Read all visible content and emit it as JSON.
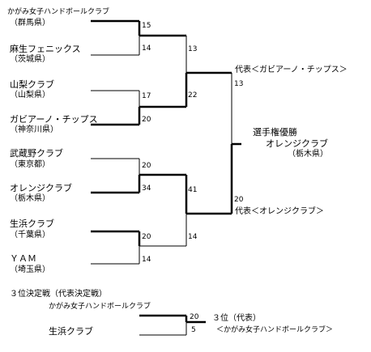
{
  "teams": [
    {
      "name": "かがみ女子ハンドボールクラブ",
      "pref": "（群馬県）"
    },
    {
      "name": "麻生フェニックス",
      "pref": "（茨城県）"
    },
    {
      "name": "山梨クラブ",
      "pref": "（山梨県）"
    },
    {
      "name": "ガビアーノ・チップス",
      "pref": "（神奈川県）"
    },
    {
      "name": "武蔵野クラブ",
      "pref": "（東京都）"
    },
    {
      "name": "オレンジクラブ",
      "pref": "（栃木県）"
    },
    {
      "name": "生浜クラブ",
      "pref": "（千葉県）"
    },
    {
      "name": "ＹＡＭ",
      "pref": "（埼玉県）"
    }
  ],
  "scores": {
    "r1": [
      "15",
      "14",
      "17",
      "20",
      "20",
      "34",
      "20",
      "14"
    ],
    "r2": [
      "13",
      "22",
      "41",
      "14"
    ],
    "final": [
      "13",
      "20"
    ],
    "third": [
      "20",
      "5"
    ]
  },
  "representatives": {
    "upper": "代表＜ガビアーノ・チップス＞",
    "lower": "代表＜オレンジクラブ＞"
  },
  "champion": {
    "title": "選手権優勝",
    "name": "オレンジクラブ",
    "pref": "（栃木県）"
  },
  "third_place": {
    "title": "３位決定戦（代表決定戦）",
    "team_a": "かがみ女子ハンドボールクラブ",
    "team_b": "生浜クラブ",
    "result_label": "３位（代表）",
    "result_team": "＜かがみ女子ハンドボールクラブ＞"
  }
}
